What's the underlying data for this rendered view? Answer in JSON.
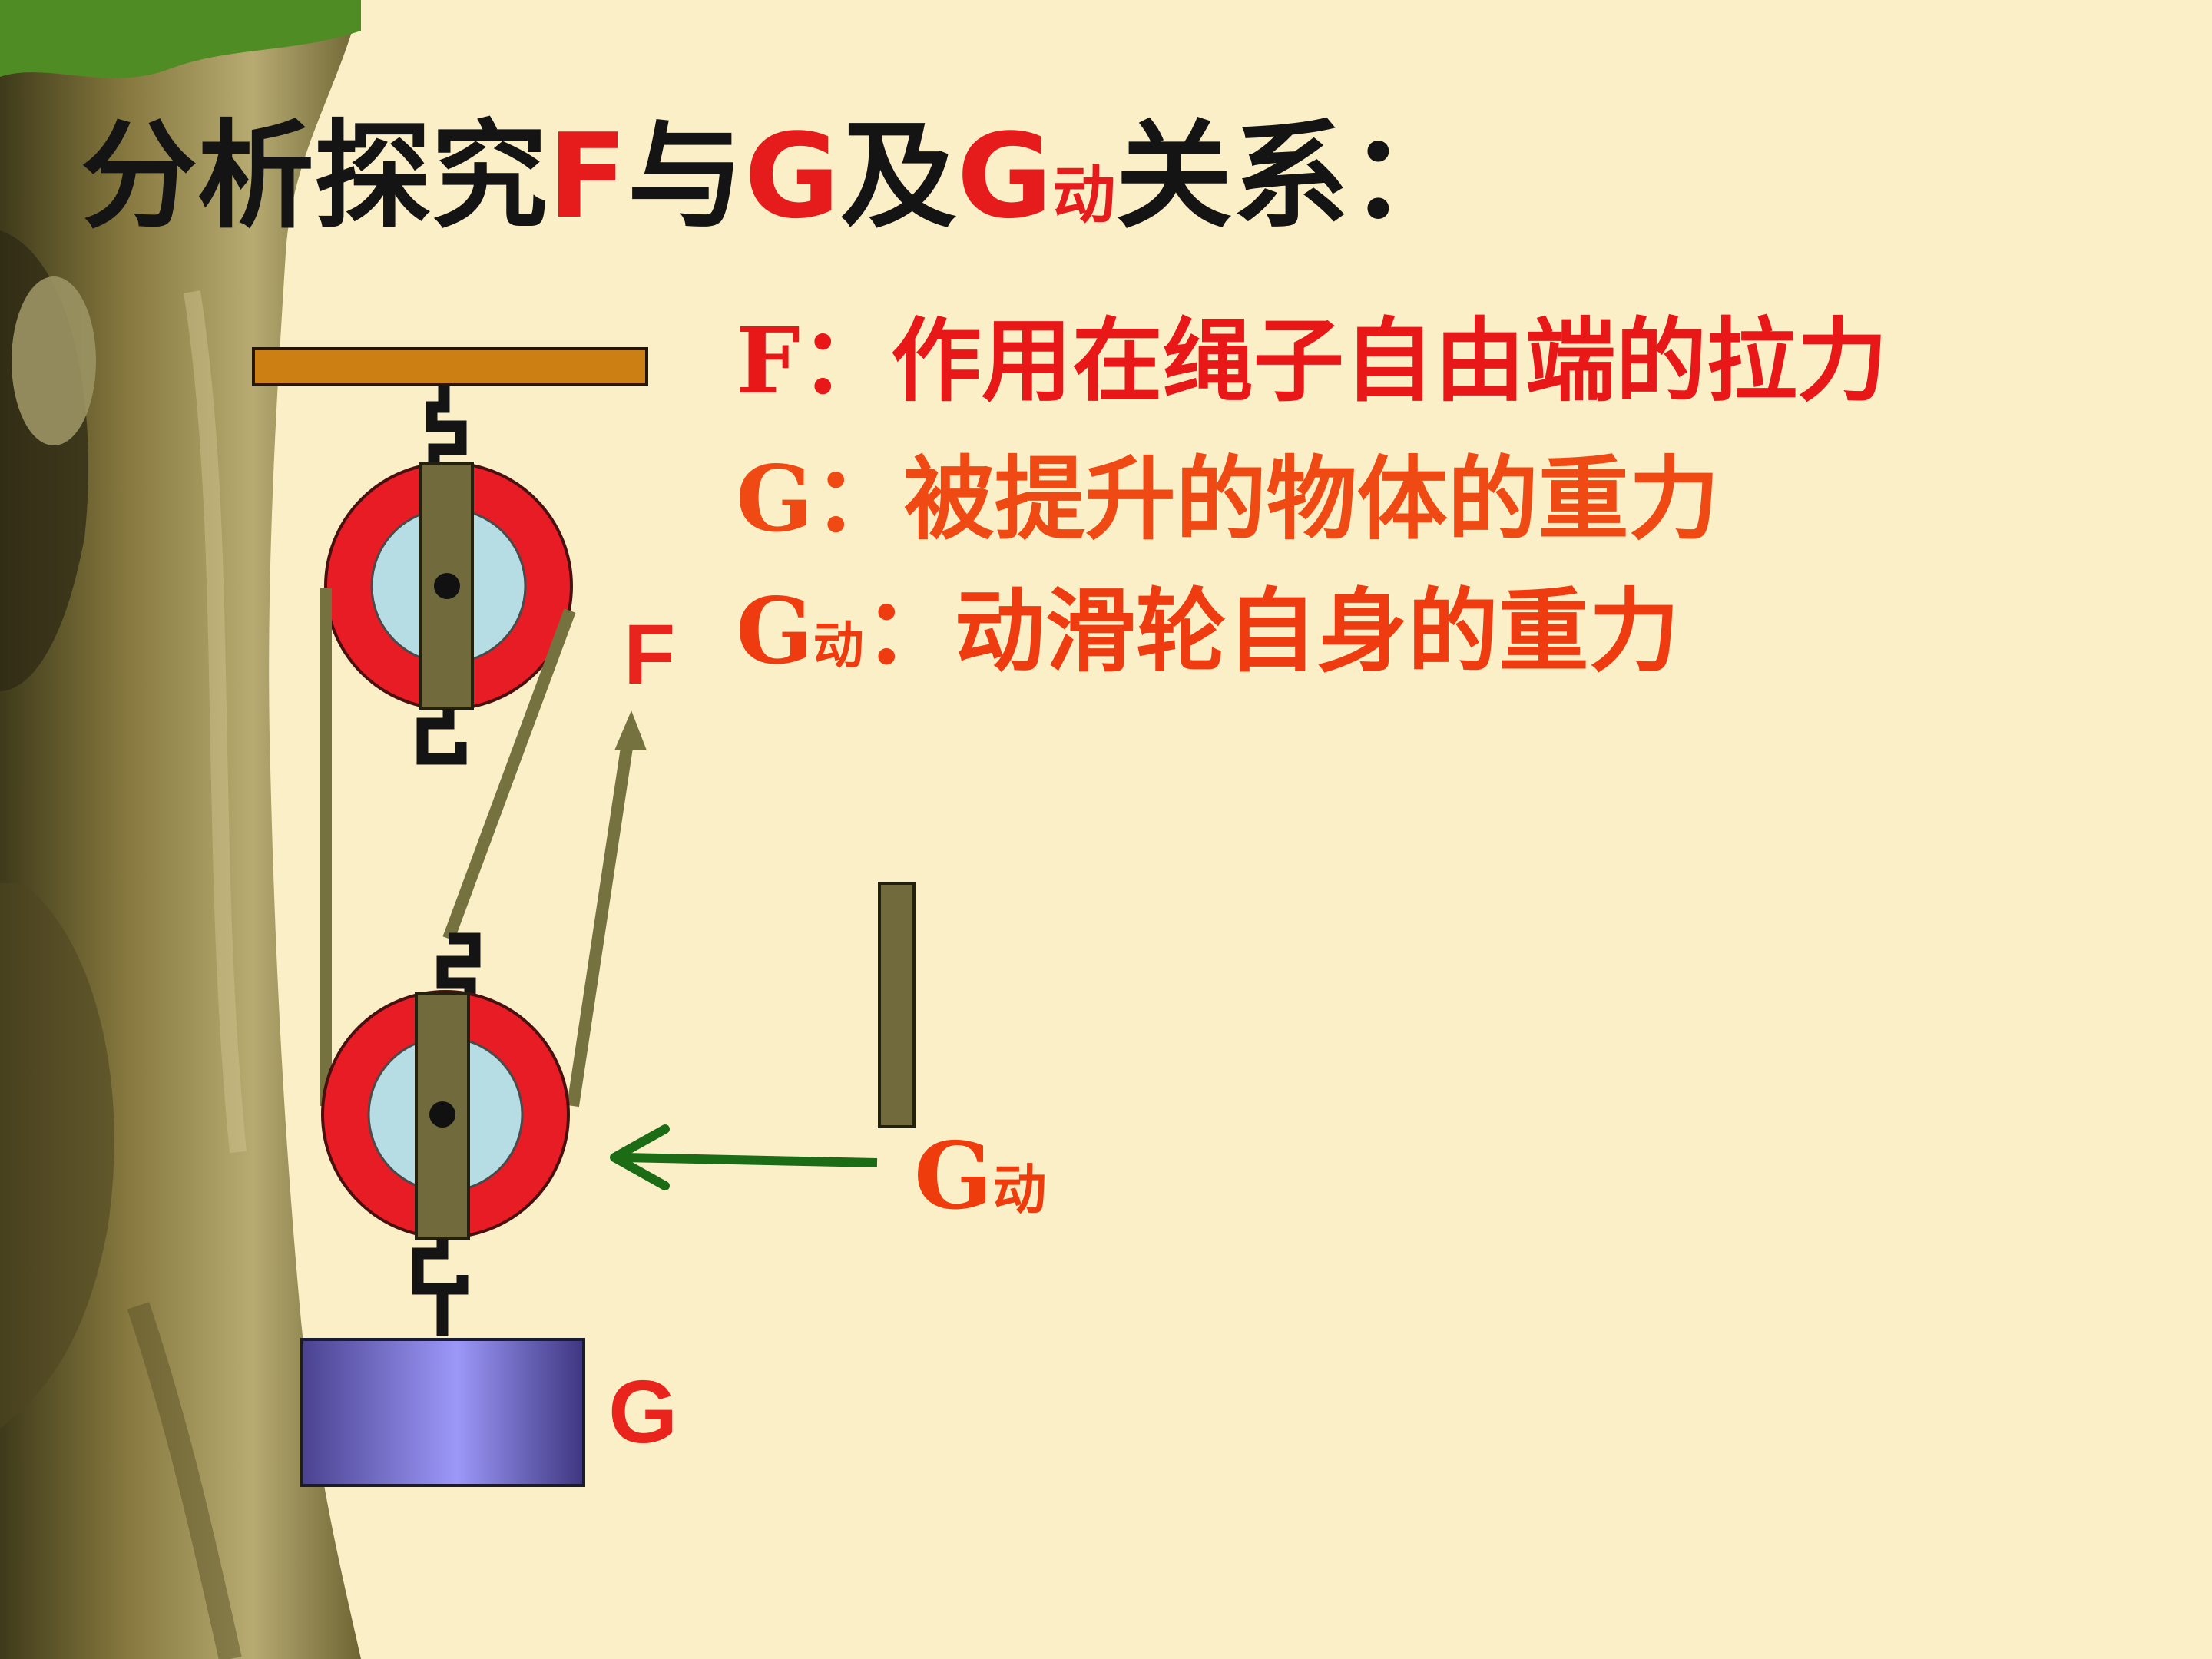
{
  "title": {
    "part1": "分析探究",
    "f": "F",
    "part2": "与",
    "g": "G",
    "part3": "及",
    "gd_main": "G",
    "gd_sub": "动",
    "part4": "关系："
  },
  "definitions": [
    {
      "symbol": "F",
      "text": "：作用在绳子自由端的拉力"
    },
    {
      "symbol": "G",
      "text": "：被提升的物体的重力"
    },
    {
      "symbol": "G",
      "symbol_sub": "动",
      "text": "：动滑轮自身的重力"
    }
  ],
  "labels": {
    "force": "F",
    "weight": "G",
    "pulley_weight_main": "G",
    "pulley_weight_sub": "动"
  },
  "colors": {
    "background": "#fbefc8",
    "title_text": "#141414",
    "highlight_red": "#e61c1c",
    "definition_F": "#e81818",
    "definition_G": "#ef4a14",
    "definition_Gd": "#ee3c10",
    "pulley_rim": "#e81c24",
    "pulley_inner": "#b6dde4",
    "frame": "#706a3c",
    "rope": "#757240",
    "beam": "#cc8014",
    "weight_block": "#8880e4",
    "arrow_green": "#1b6c14"
  }
}
